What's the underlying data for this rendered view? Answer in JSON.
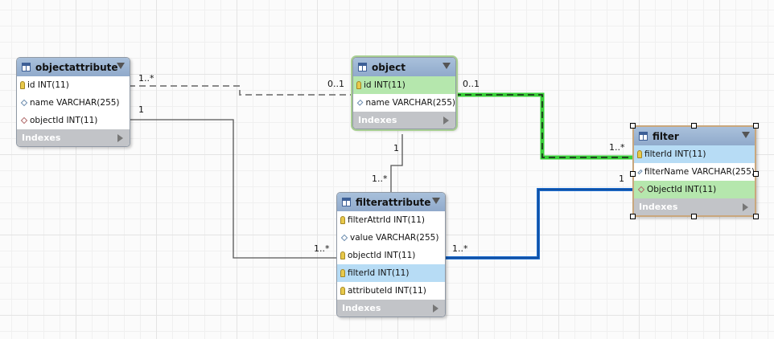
{
  "tables": {
    "objectattribute": {
      "name": "objectattribute",
      "columns": [
        {
          "label": "id INT(11)",
          "kind": "pk"
        },
        {
          "label": "name VARCHAR(255)",
          "kind": "attr"
        },
        {
          "label": "objectId INT(11)",
          "kind": "fk"
        }
      ],
      "indexes_label": "Indexes"
    },
    "object": {
      "name": "object",
      "columns": [
        {
          "label": "id INT(11)",
          "kind": "pk"
        },
        {
          "label": "name VARCHAR(255)",
          "kind": "attr"
        }
      ],
      "indexes_label": "Indexes"
    },
    "filter": {
      "name": "filter",
      "columns": [
        {
          "label": "filterId INT(11)",
          "kind": "pk"
        },
        {
          "label": "filterName VARCHAR(255)",
          "kind": "attr"
        },
        {
          "label": "ObjectId INT(11)",
          "kind": "fk"
        }
      ],
      "indexes_label": "Indexes"
    },
    "filterattribute": {
      "name": "filterattribute",
      "columns": [
        {
          "label": "filterAttrId INT(11)",
          "kind": "pk"
        },
        {
          "label": "value VARCHAR(255)",
          "kind": "attr"
        },
        {
          "label": "objectId INT(11)",
          "kind": "pk"
        },
        {
          "label": "filterId INT(11)",
          "kind": "pk"
        },
        {
          "label": "attributeId INT(11)",
          "kind": "pk"
        }
      ],
      "indexes_label": "Indexes"
    }
  },
  "relationships": {
    "oa_object": {
      "from_card": "1..*",
      "to_card": "0..1",
      "style": "dashed"
    },
    "object_filter": {
      "from_card": "0..1",
      "to_card": "1..*",
      "style": "dashed",
      "highlight": "#2fb52f"
    },
    "object_filterattribute": {
      "from_card": "1",
      "to_card": "1..*",
      "style": "solid"
    },
    "oa_filterattribute": {
      "from_card": "1",
      "to_card": "1..*",
      "style": "solid"
    },
    "filter_filterattribute": {
      "from_card": "1",
      "to_card": "1..*",
      "style": "solid",
      "highlight": "#1f6fd0"
    }
  },
  "colors": {
    "header": "#9fb8d6",
    "highlight_green": "#b5e7ad",
    "highlight_blue": "#b7dcf5",
    "indexes_bar": "#c2c4c8"
  }
}
